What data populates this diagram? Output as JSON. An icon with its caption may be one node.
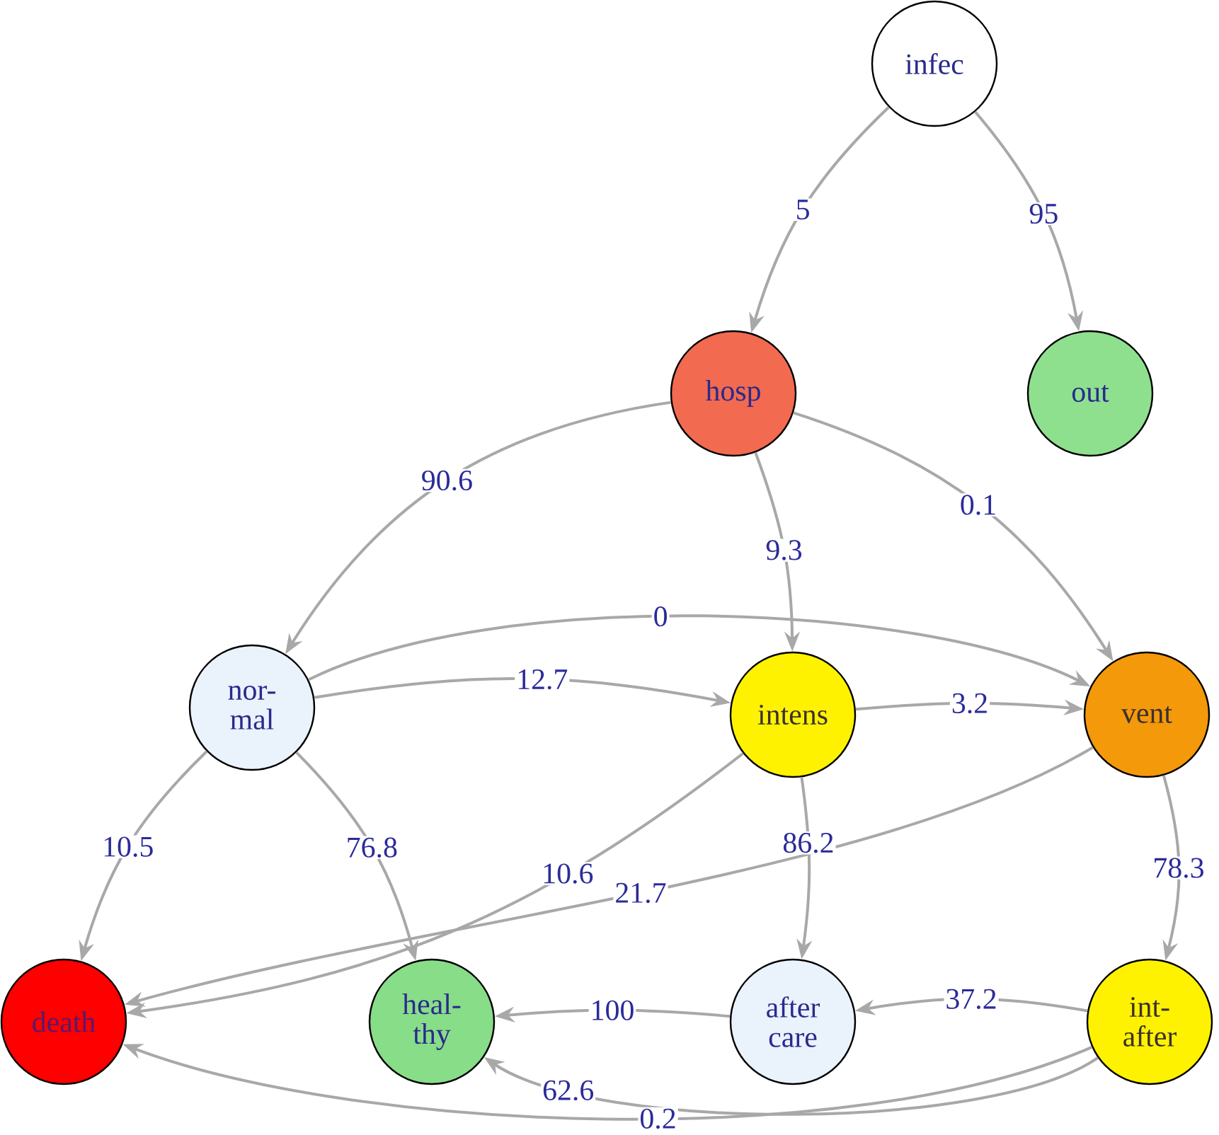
{
  "diagram": {
    "nodes": [
      {
        "text": [
          "infec"
        ]
      },
      {
        "text": [
          "hosp"
        ]
      },
      {
        "text": [
          "out"
        ]
      },
      {
        "text": [
          "nor- mal"
        ]
      },
      {
        "text": [
          "intens"
        ]
      },
      {
        "text": [
          "vent"
        ]
      },
      {
        "text": [
          "death"
        ]
      },
      {
        "text": [
          "heal- thy"
        ]
      },
      {
        "text": [
          "after care"
        ]
      },
      {
        "text": [
          "int- after"
        ]
      }
    ],
    "edges": [
      {
        "from": 0,
        "to": 1,
        "arrow": "to",
        "label": "5"
      },
      {
        "from": 0,
        "to": 2,
        "arrow": "to",
        "label": "95"
      },
      {
        "from": 1,
        "to": 3,
        "arrow": "to",
        "label": "90.6"
      },
      {
        "from": 1,
        "to": 4,
        "arrow": "to",
        "label": "9.3"
      },
      {
        "from": 1,
        "to": 5,
        "arrow": "to",
        "label": "0.1"
      },
      {
        "from": 3,
        "to": 5,
        "arrow": "to",
        "label": "0"
      },
      {
        "from": 3,
        "to": 4,
        "arrow": "to",
        "label": "12.7"
      },
      {
        "from": 4,
        "to": 5,
        "arrow": "to",
        "label": "3.2"
      },
      {
        "from": 3,
        "to": 6,
        "arrow": "to",
        "label": "10.5"
      },
      {
        "from": 3,
        "to": 7,
        "arrow": "to",
        "label": "76.8"
      },
      {
        "from": 4,
        "to": 6,
        "arrow": "to",
        "label": "10.6"
      },
      {
        "from": 4,
        "to": 8,
        "arrow": "to",
        "label": "86.2"
      },
      {
        "from": 5,
        "to": 6,
        "arrow": "to",
        "label": "21.7"
      },
      {
        "from": 5,
        "to": 9,
        "arrow": "to",
        "label": "78.3"
      },
      {
        "from": 9,
        "to": 8,
        "arrow": "to",
        "label": "37.2"
      },
      {
        "from": 8,
        "to": 7,
        "arrow": "to",
        "label": "100"
      },
      {
        "from": 9,
        "to": 7,
        "arrow": "to",
        "label": "62.6"
      },
      {
        "from": 9,
        "to": 6,
        "arrow": "to",
        "label": "0.2"
      }
    ]
  }
}
